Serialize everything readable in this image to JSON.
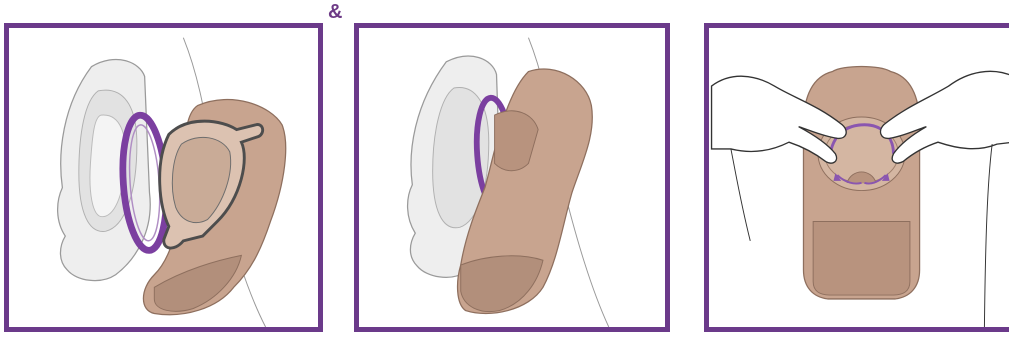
{
  "separator": {
    "symbol": "&"
  },
  "colors": {
    "frame": "#6b3a8a",
    "ring": "#7b3fa0",
    "pouch": "#c8a48f",
    "pouch_dark": "#a07f6b",
    "baseplate": "#eeeeee",
    "flange": "#5a5a5a"
  },
  "panels": [
    {
      "name": "step-ring-alignment",
      "icons": [
        "baseplate-icon",
        "seal-ring-icon",
        "pouch-flange-icon",
        "pouch-icon"
      ]
    },
    {
      "name": "step-pouch-attached",
      "icons": [
        "baseplate-icon",
        "seal-ring-icon",
        "pouch-icon"
      ]
    },
    {
      "name": "step-press-around-ring",
      "icons": [
        "hands-icon",
        "pouch-icon",
        "rotation-arrows-icon"
      ]
    }
  ]
}
